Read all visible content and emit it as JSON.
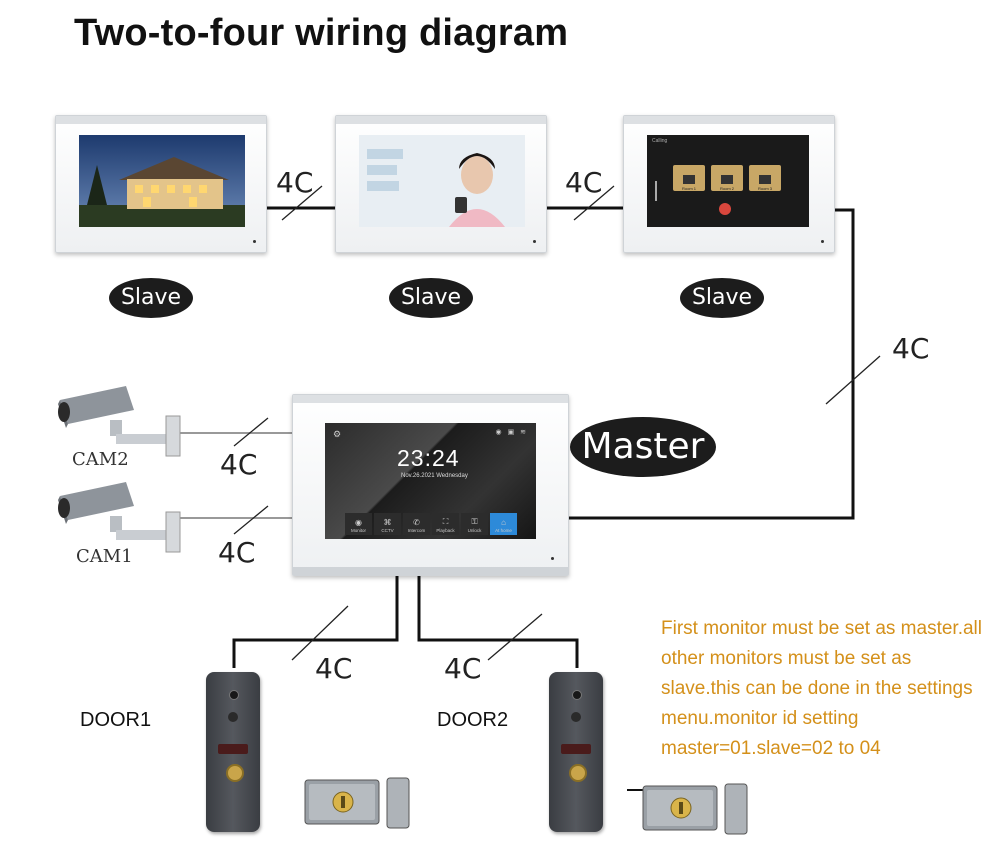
{
  "title": "Two-to-four wiring diagram",
  "roles": {
    "slave": "Slave",
    "master": "Master"
  },
  "wire_label": "4C",
  "cameras": [
    "CAM2",
    "CAM1"
  ],
  "doors": [
    "DOOR1",
    "DOOR2"
  ],
  "note": "First monitor must be set as master.all other monitors must be set as slave.this can be done in the settings menu.monitor id setting master=01.slave=02 to 04",
  "master_screen": {
    "time": "23:24",
    "date": "Nov.26.2021   Wednesday",
    "dock": [
      {
        "label": "Monitor",
        "icon": "eye-icon"
      },
      {
        "label": "CCTV",
        "icon": "cctv-icon"
      },
      {
        "label": "Intercom",
        "icon": "phone-icon"
      },
      {
        "label": "Playback",
        "icon": "playback-icon"
      },
      {
        "label": "Unlock",
        "icon": "unlock-icon"
      },
      {
        "label": "At home",
        "icon": "home-icon"
      }
    ]
  },
  "slave3_screen": {
    "header": "Calling",
    "rooms": [
      "Room 1",
      "Room 2",
      "Room 3"
    ]
  },
  "colors": {
    "wire": "#111111",
    "note": "#d4901a",
    "pill": "#1c1c1c",
    "active_tile": "#2d8ad9"
  }
}
